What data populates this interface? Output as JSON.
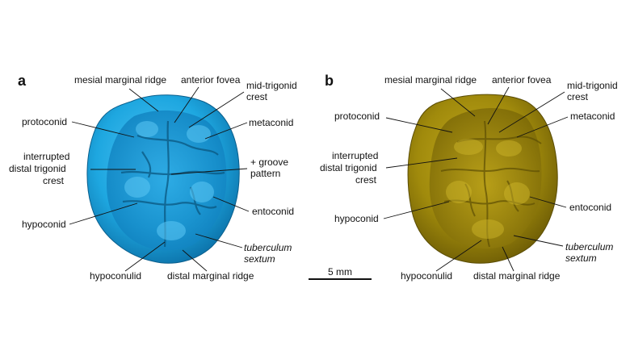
{
  "panels": [
    {
      "letter": "a",
      "color": "#1ea7e0",
      "labels": [
        {
          "id": "mesial-marginal-ridge",
          "lines": [
            "mesial marginal ridge"
          ],
          "italic": false
        },
        {
          "id": "anterior-fovea",
          "lines": [
            "anterior fovea"
          ],
          "italic": false
        },
        {
          "id": "mid-trigonid-crest",
          "lines": [
            "mid-trigonid",
            "crest"
          ],
          "italic": false
        },
        {
          "id": "protoconid",
          "lines": [
            "protoconid"
          ],
          "italic": false
        },
        {
          "id": "metaconid",
          "lines": [
            "metaconid"
          ],
          "italic": false
        },
        {
          "id": "interrupted-distal-trigonid-crest",
          "lines": [
            "interrupted",
            "distal trigonid",
            "crest"
          ],
          "italic": false
        },
        {
          "id": "groove-pattern",
          "lines": [
            "+ groove",
            "pattern"
          ],
          "italic": false
        },
        {
          "id": "entoconid",
          "lines": [
            "entoconid"
          ],
          "italic": false
        },
        {
          "id": "hypoconid",
          "lines": [
            "hypoconid"
          ],
          "italic": false
        },
        {
          "id": "tuberculum-sextum",
          "lines": [
            "tuberculum",
            "sextum"
          ],
          "italic": true
        },
        {
          "id": "hypoconulid",
          "lines": [
            "hypoconulid"
          ],
          "italic": false
        },
        {
          "id": "distal-marginal-ridge",
          "lines": [
            "distal marginal ridge"
          ],
          "italic": false
        }
      ]
    },
    {
      "letter": "b",
      "color": "#a08a0c",
      "labels": [
        {
          "id": "mesial-marginal-ridge",
          "lines": [
            "mesial marginal ridge"
          ],
          "italic": false
        },
        {
          "id": "anterior-fovea",
          "lines": [
            "anterior fovea"
          ],
          "italic": false
        },
        {
          "id": "mid-trigonid-crest",
          "lines": [
            "mid-trigonid",
            "crest"
          ],
          "italic": false
        },
        {
          "id": "protoconid",
          "lines": [
            "protoconid"
          ],
          "italic": false
        },
        {
          "id": "metaconid",
          "lines": [
            "metaconid"
          ],
          "italic": false
        },
        {
          "id": "interrupted-distal-trigonid-crest",
          "lines": [
            "interrupted",
            "distal trigonid",
            "crest"
          ],
          "italic": false
        },
        {
          "id": "entoconid",
          "lines": [
            "entoconid"
          ],
          "italic": false
        },
        {
          "id": "hypoconid",
          "lines": [
            "hypoconid"
          ],
          "italic": false
        },
        {
          "id": "tuberculum-sextum",
          "lines": [
            "tuberculum",
            "sextum"
          ],
          "italic": true
        },
        {
          "id": "hypoconulid",
          "lines": [
            "hypoconulid"
          ],
          "italic": false
        },
        {
          "id": "distal-marginal-ridge",
          "lines": [
            "distal marginal ridge"
          ],
          "italic": false
        }
      ]
    }
  ],
  "scale_bar": {
    "label": "5 mm"
  }
}
